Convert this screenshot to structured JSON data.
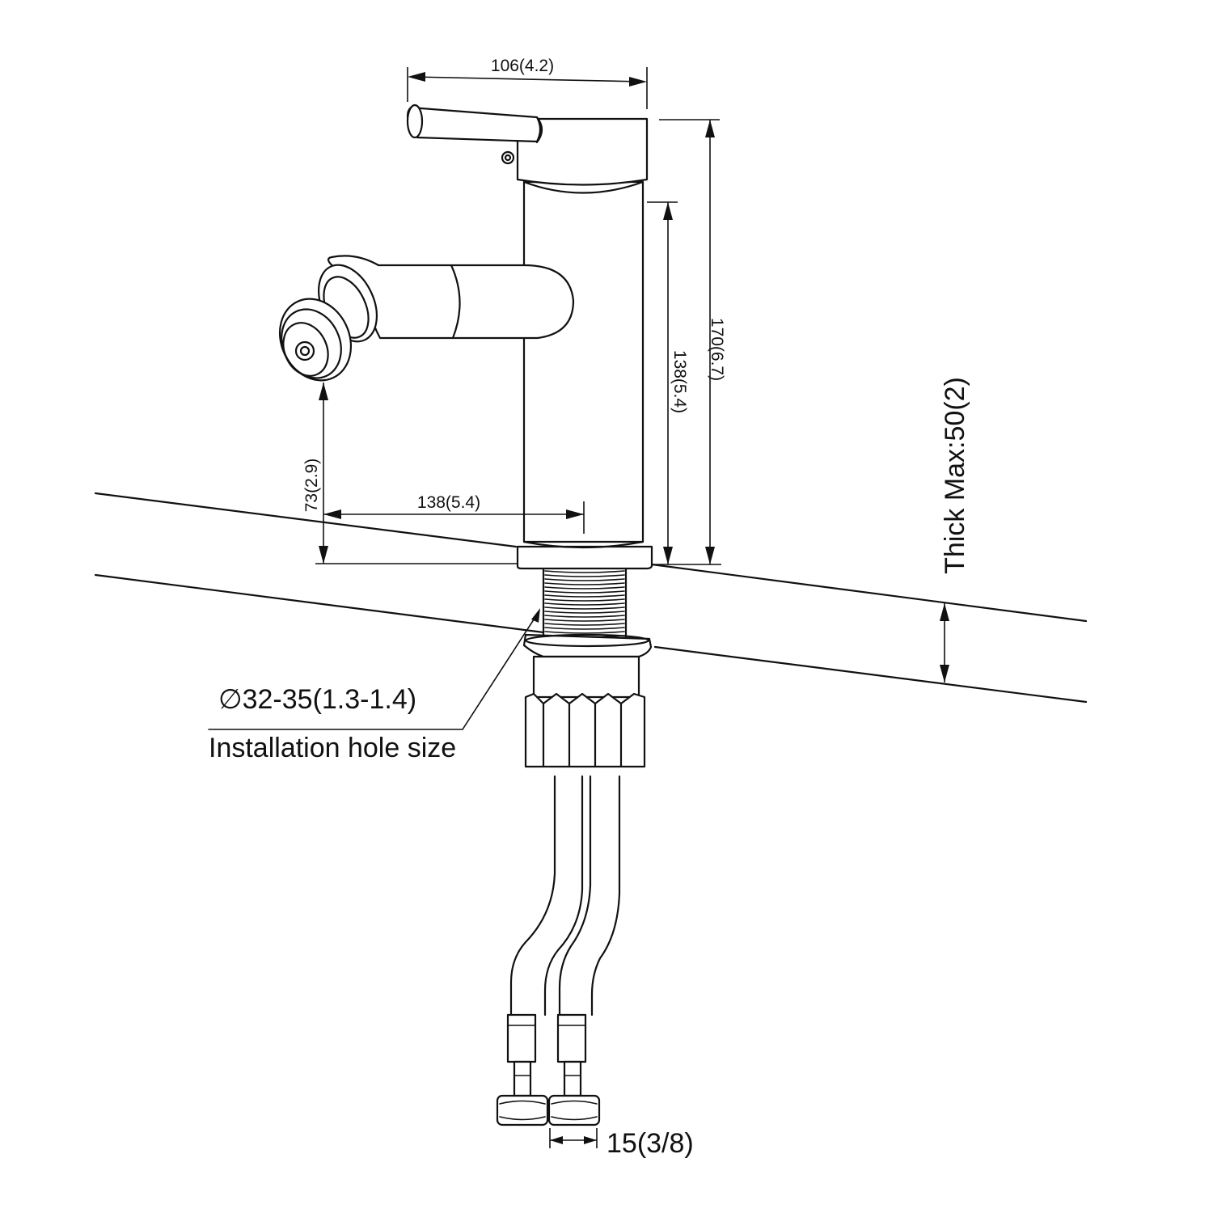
{
  "dimensions": {
    "top_width": "106(4.2)",
    "total_height": "170(6.7)",
    "body_height": "138(5.4)",
    "spout_height": "73(2.9)",
    "spout_reach": "138(5.4)",
    "thickness": "Thick Max:50(2)",
    "hole_diameter": "∅32-35(1.3-1.4)",
    "hose_width": "15(3/8)"
  },
  "annotations": {
    "hole_caption": "Installation hole size"
  },
  "colors": {
    "ink": "#111111",
    "background": "#ffffff"
  }
}
